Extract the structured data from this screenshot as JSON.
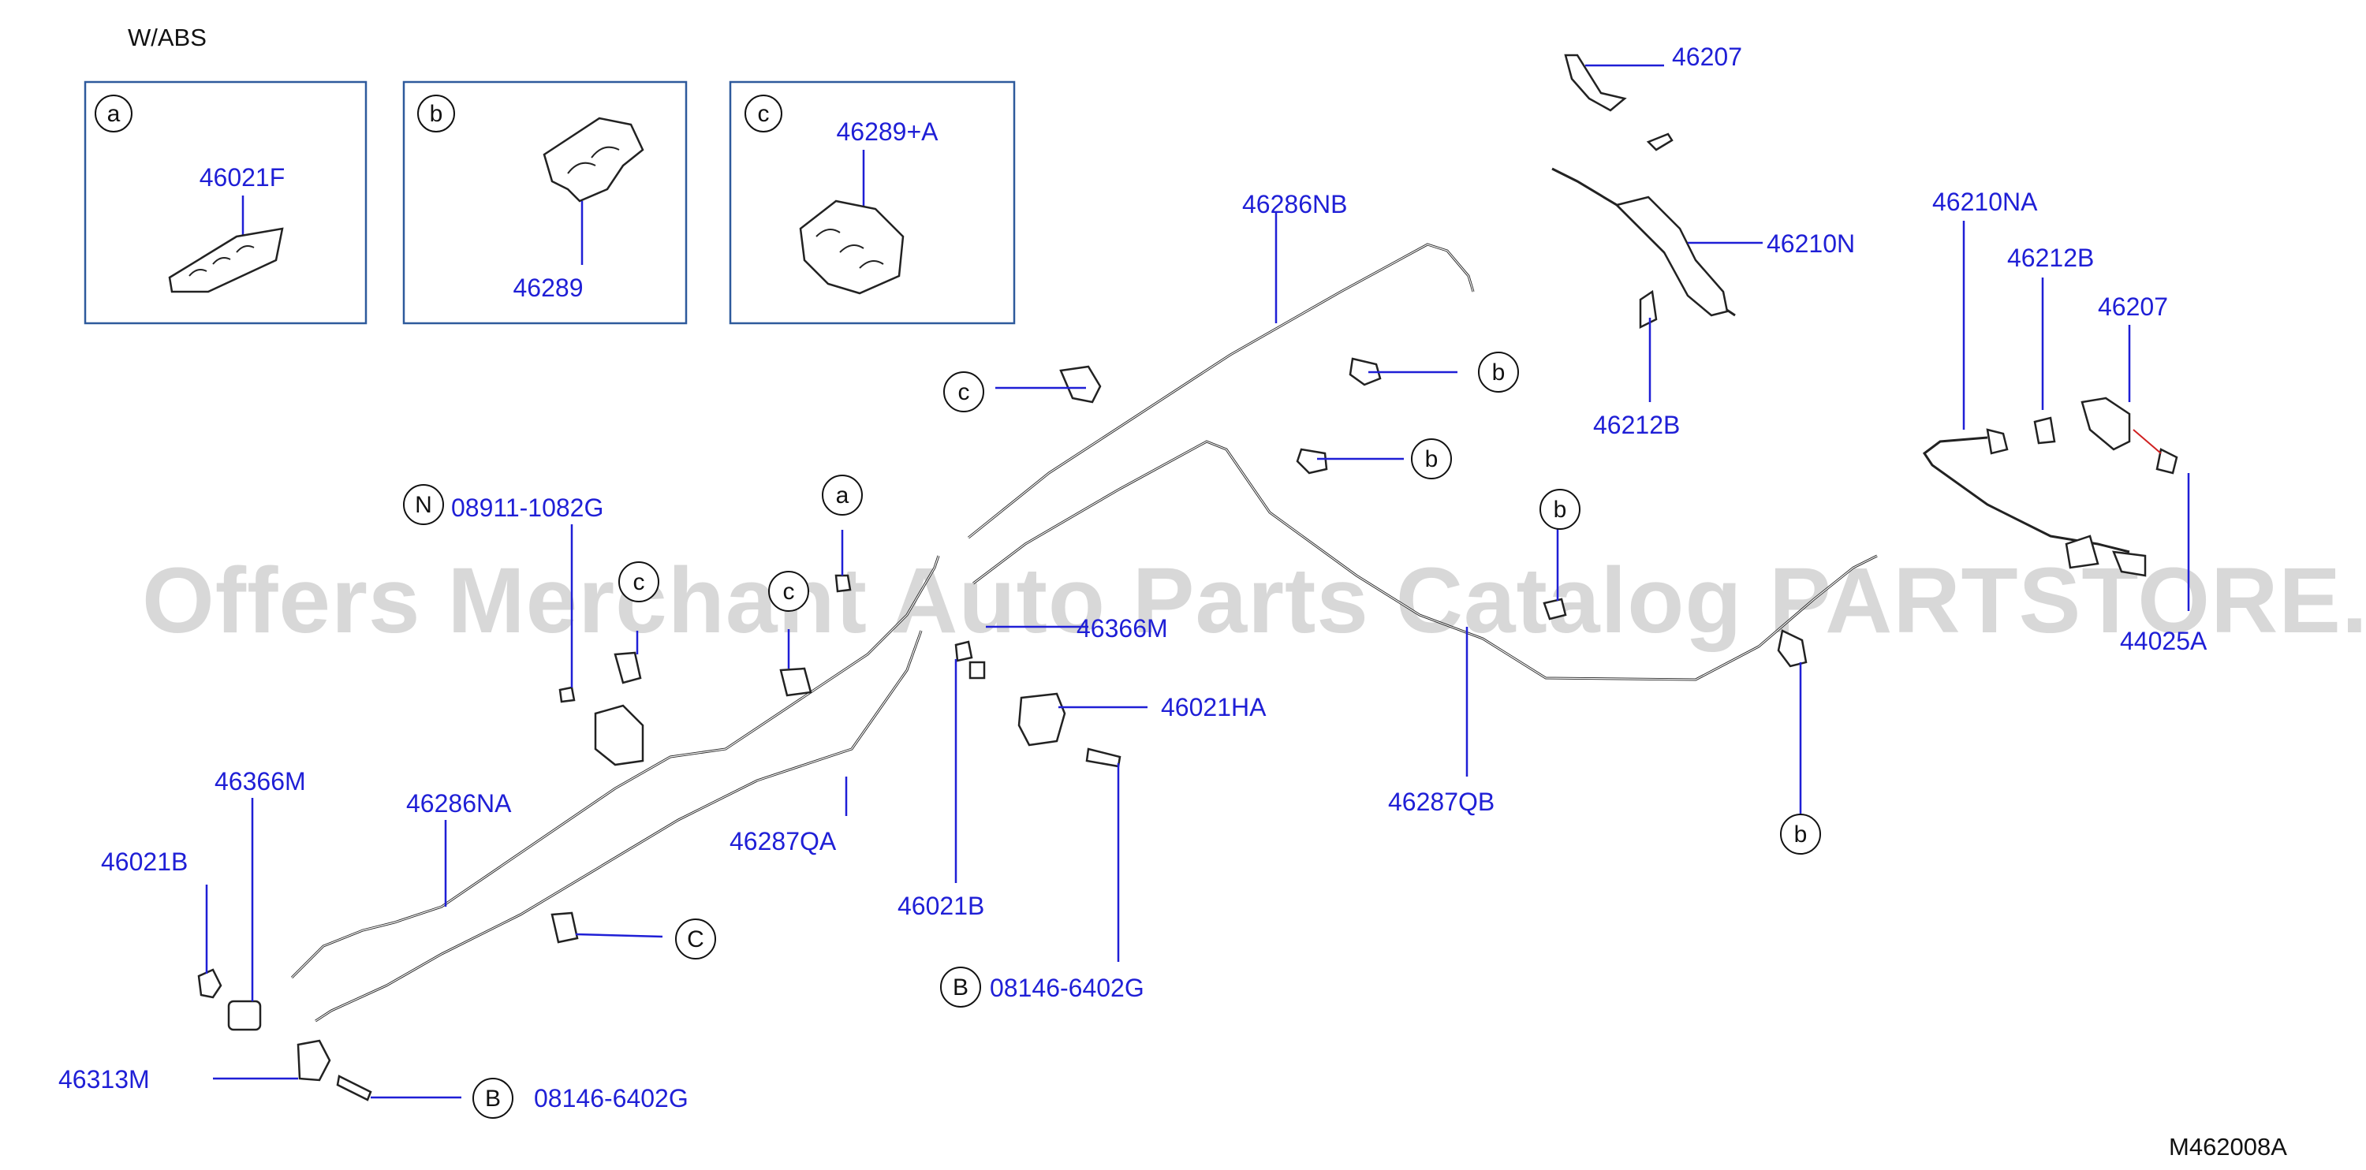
{
  "header": {
    "variant": "W/ABS",
    "drawing_code": "M462008A"
  },
  "watermark": "Offers Merchant Auto Parts Catalog PARTSTORE.SA",
  "insets": [
    {
      "letter": "a",
      "part": "46021F"
    },
    {
      "letter": "b",
      "part": "46289"
    },
    {
      "letter": "c",
      "part": "46289+A"
    }
  ],
  "callouts": {
    "p46207_top": "46207",
    "p46286NB": "46286NB",
    "p46210N": "46210N",
    "p46212B_mid": "46212B",
    "p46210NA": "46210NA",
    "p46212B_right": "46212B",
    "p46207_right": "46207",
    "p44025A": "44025A",
    "p08911": "08911-1082G",
    "p46366M_center": "46366M",
    "p46021HA": "46021HA",
    "p46366M_left": "46366M",
    "p46286NA": "46286NA",
    "p46287QA": "46287QA",
    "p46287QB": "46287QB",
    "p46021B_left": "46021B",
    "p46021B_center": "46021B",
    "p08146_center": "08146-6402G",
    "p46313M": "46313M",
    "p08146_bottom": "08146-6402G"
  },
  "markers": {
    "c1": "c",
    "b1": "b",
    "b2": "b",
    "b3": "b",
    "b4": "b",
    "a1": "a",
    "c2": "c",
    "c3": "c",
    "C4": "C",
    "N1": "N",
    "B1": "B",
    "B2": "B"
  }
}
